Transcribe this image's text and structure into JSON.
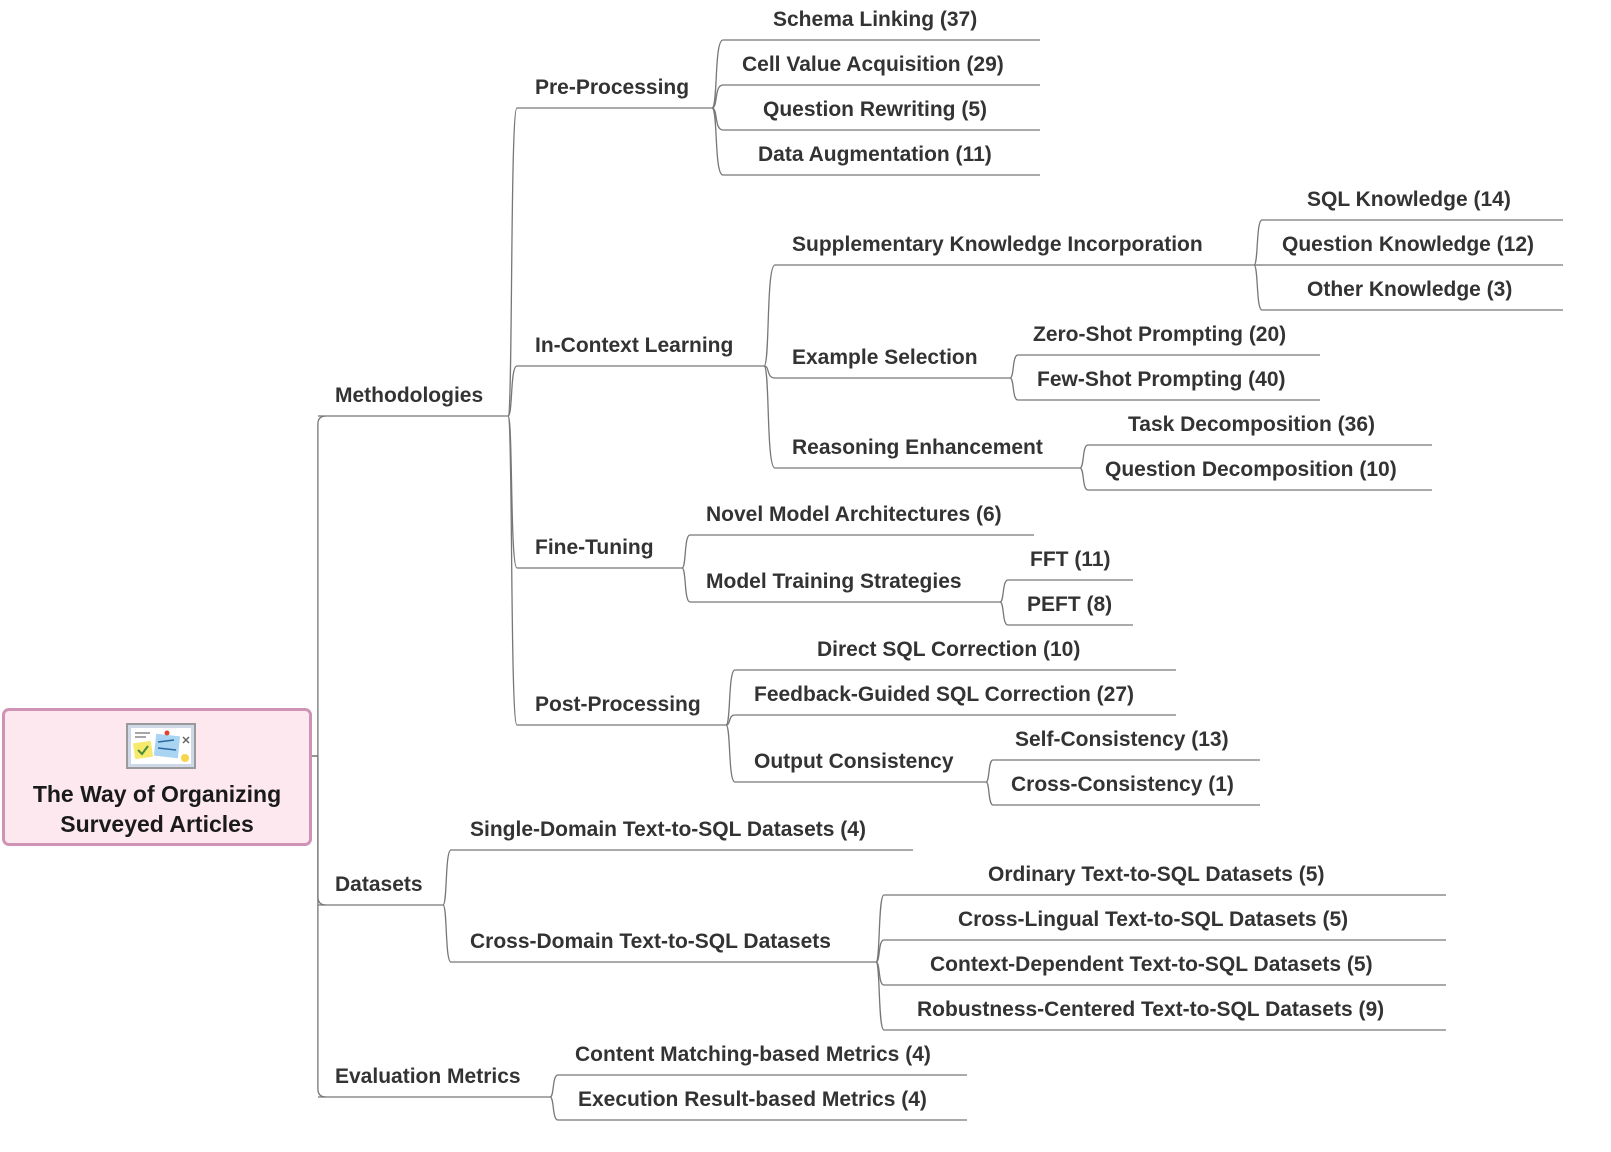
{
  "root": {
    "title": "The Way of Organizing\nSurveyed Articles",
    "icon": "sticky-notes-board-icon"
  },
  "colors": {
    "line": "#777777",
    "text": "#333333",
    "root_fill": "#fde8ef",
    "root_border": "#cf93b6"
  },
  "nodes": {
    "methodologies": "Methodologies",
    "pre_processing": "Pre-Processing",
    "schema_linking": "Schema Linking (37)",
    "cell_value_acquisition": "Cell Value Acquisition (29)",
    "question_rewriting": "Question Rewriting (5)",
    "data_augmentation": "Data Augmentation (11)",
    "in_context_learning": "In-Context Learning",
    "supplementary_knowledge": "Supplementary Knowledge Incorporation",
    "sql_knowledge": "SQL Knowledge (14)",
    "question_knowledge": "Question Knowledge (12)",
    "other_knowledge": "Other Knowledge (3)",
    "example_selection": "Example Selection",
    "zero_shot": "Zero-Shot Prompting (20)",
    "few_shot": "Few-Shot Prompting (40)",
    "reasoning_enhancement": "Reasoning Enhancement",
    "task_decomposition": "Task Decomposition (36)",
    "question_decomposition": "Question Decomposition (10)",
    "fine_tuning": "Fine-Tuning",
    "novel_architectures": "Novel Model Architectures (6)",
    "training_strategies": "Model Training Strategies",
    "fft": "FFT (11)",
    "peft": "PEFT (8)",
    "post_processing": "Post-Processing",
    "direct_sql_correction": "Direct SQL Correction (10)",
    "feedback_sql_correction": "Feedback-Guided SQL Correction (27)",
    "output_consistency": "Output Consistency",
    "self_consistency": "Self-Consistency (13)",
    "cross_consistency": "Cross-Consistency (1)",
    "datasets": "Datasets",
    "single_domain": "Single-Domain Text-to-SQL Datasets (4)",
    "cross_domain": "Cross-Domain Text-to-SQL Datasets",
    "ordinary": "Ordinary Text-to-SQL Datasets (5)",
    "cross_lingual": "Cross-Lingual Text-to-SQL Datasets (5)",
    "context_dependent": "Context-Dependent Text-to-SQL Datasets (5)",
    "robustness": "Robustness-Centered Text-to-SQL Datasets (9)",
    "evaluation_metrics": "Evaluation Metrics",
    "content_matching": "Content Matching-based Metrics (4)",
    "execution_result": "Execution Result-based Metrics (4)"
  }
}
